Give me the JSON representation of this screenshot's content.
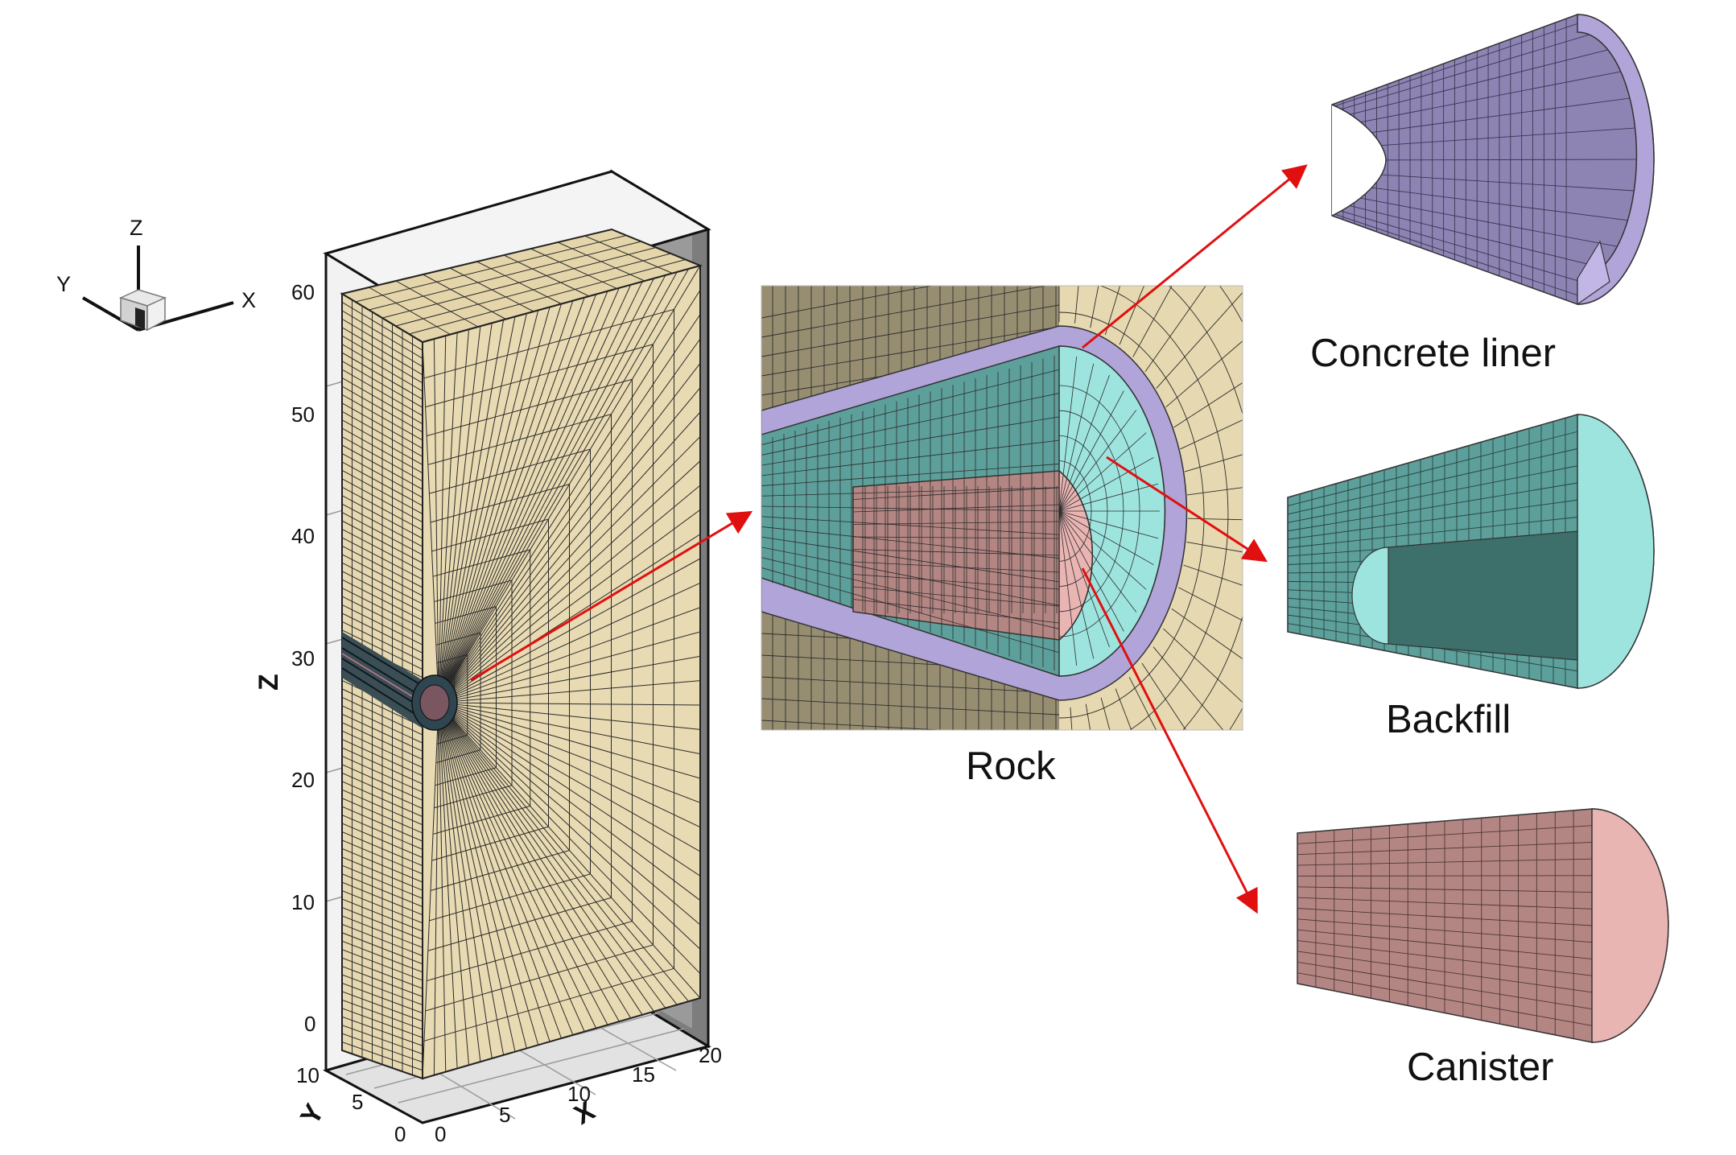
{
  "triad": {
    "z": "Z",
    "y": "Y",
    "x": "X"
  },
  "axes": {
    "z_title": "Z",
    "y_title": "Y",
    "x_title": "X",
    "z_ticks": [
      "0",
      "10",
      "20",
      "30",
      "40",
      "50",
      "60"
    ],
    "y_ticks": [
      "0",
      "5",
      "10"
    ],
    "x_ticks": [
      "0",
      "5",
      "10",
      "15",
      "20"
    ]
  },
  "labels": {
    "rock": "Rock",
    "liner": "Concrete liner",
    "backfill": "Backfill",
    "canister": "Canister"
  },
  "colors": {
    "rock": "#e6d8b0",
    "rock_shadow": "#978e72",
    "liner": "#b0a4d8",
    "liner_dark": "#8e84b4",
    "backfill": "#9ee4de",
    "backfill_dark": "#5d9f9a",
    "canister": "#e9b5b3",
    "canister_dark": "#b48683",
    "arrow": "#e01010"
  }
}
